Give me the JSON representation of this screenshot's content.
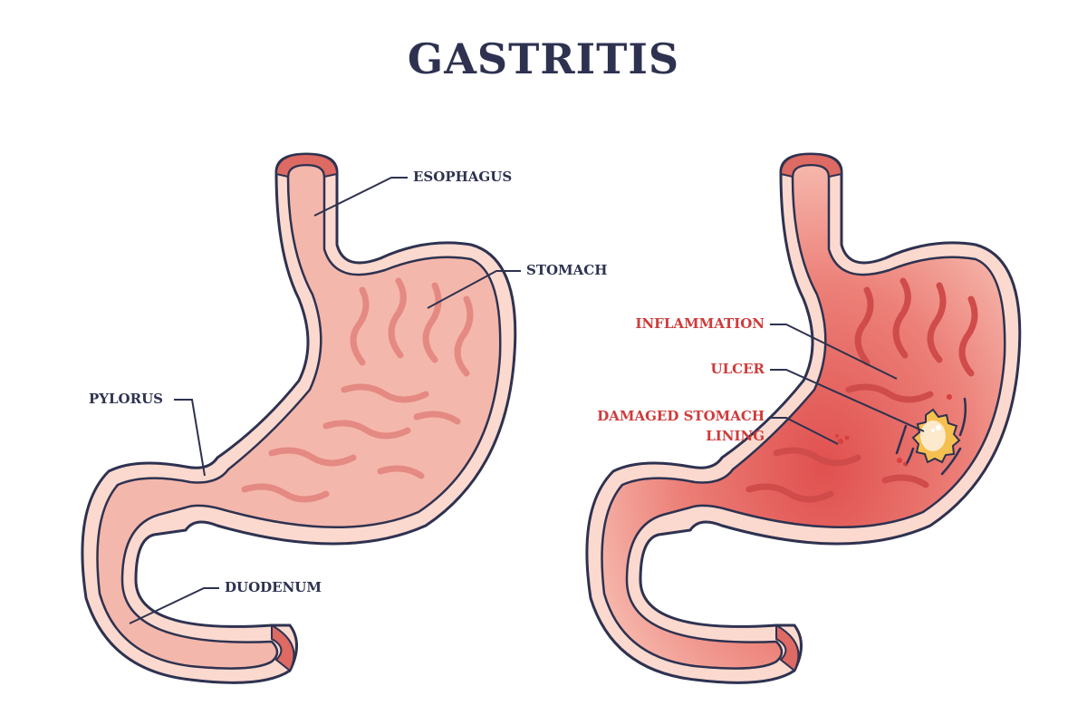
{
  "title": "GASTRITIS",
  "colors": {
    "outline": "#2e3250",
    "tissue_light": "#fcd9cf",
    "tissue_mid": "#ef9a90",
    "tissue_dark": "#dd6a63",
    "inflamed": "#e86e6a",
    "ulcer": "#f5c04f",
    "label_dark": "#2e3250",
    "label_red": "#cf3b3b"
  },
  "healthy_stomach": {
    "labels": {
      "esophagus": "ESOPHAGUS",
      "stomach": "STOMACH",
      "pylorus": "PYLORUS",
      "duodenum": "DUODENUM"
    }
  },
  "gastritis_stomach": {
    "labels": {
      "inflammation": "INFLAMMATION",
      "ulcer": "ULCER",
      "damaged_lining_line1": "DAMAGED STOMACH",
      "damaged_lining_line2": "LINING"
    }
  }
}
